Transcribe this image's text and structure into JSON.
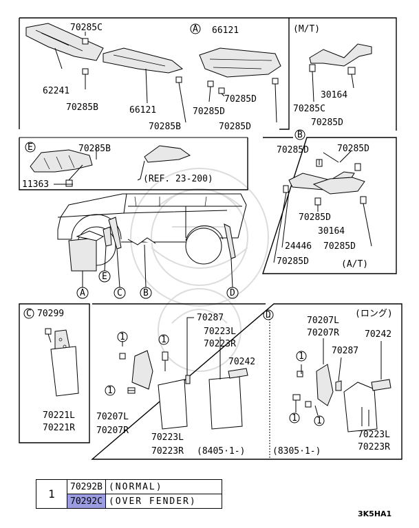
{
  "labels": {
    "a_70285c": "70285C",
    "a_66121_top": "66121",
    "a_62241": "62241",
    "a_70285b_left": "70285B",
    "a_66121_mid": "66121",
    "a_70285b_mid": "70285B",
    "a_70285d_1": "70285D",
    "a_70285d_2": "70285D",
    "a_70285d_3": "70285D",
    "mt_title": "(M/T)",
    "mt_30164": "30164",
    "mt_70285c": "70285C",
    "mt_70285d": "70285D",
    "at_70285d_tl": "70285D",
    "at_70285d_tr": "70285D",
    "at_70285d_mid": "70285D",
    "at_30164": "30164",
    "at_24446": "24446",
    "at_70285d_r": "70285D",
    "at_70285d_bl": "70285D",
    "at_title": "(A/T)",
    "e_70285b": "70285B",
    "e_11363": "11363",
    "e_ref": "(REF. 23-200)",
    "c_70299": "70299",
    "c_70221l": "70221L",
    "c_70221r": "70221R",
    "m_70287": "70287",
    "m_70223l_top": "70223L",
    "m_70223r_top": "70223R",
    "m_70242": "70242",
    "m_70207l": "70207L",
    "m_70207r": "70207R",
    "m_70223l_bot": "70223L",
    "m_70223r_bot": "70223R",
    "m_date1": "(8405·1-)",
    "m_date2": "(8305·1-)",
    "d_long": "(ロング)",
    "d_70207l": "70207L",
    "d_70207r": "70207R",
    "d_70242": "70242",
    "d_70287": "70287",
    "d_70223l": "70223L",
    "d_70223r": "70223R"
  },
  "callouts": {
    "A": "A",
    "B": "B",
    "C": "C",
    "D": "D",
    "E": "E",
    "one": "1"
  },
  "legend": {
    "symbol": "1",
    "rows": [
      {
        "part": "70292B",
        "desc": "(NORMAL)"
      },
      {
        "part": "70292C",
        "desc": "(OVER FENDER)"
      }
    ],
    "highlight_color": "#9c9ce0"
  },
  "diagram_code": "3K5HA1"
}
